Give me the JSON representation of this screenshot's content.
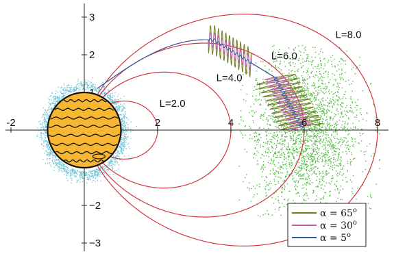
{
  "x_axis": {
    "ticks": [
      {
        "value": -2,
        "label": "-2"
      },
      {
        "value": 2,
        "label": "2"
      },
      {
        "value": 4,
        "label": "4"
      },
      {
        "value": 6,
        "label": "6"
      },
      {
        "value": 8,
        "label": "8"
      }
    ]
  },
  "y_axis": {
    "ticks": [
      {
        "value": 3,
        "label": "3"
      },
      {
        "value": 2,
        "label": "2"
      },
      {
        "value": 1,
        "label": "1"
      },
      {
        "value": -2,
        "label": "−2"
      },
      {
        "value": -3,
        "label": "−3"
      }
    ]
  },
  "field_lines": {
    "color": "#d2353f",
    "shells": [
      {
        "L": 2.0,
        "label": "L=2.0"
      },
      {
        "L": 4.0,
        "label": "L=4.0"
      },
      {
        "L": 6.0,
        "label": "L=6.0"
      },
      {
        "L": 8.0,
        "label": "L=8.0"
      }
    ]
  },
  "planet": {
    "fill": "#f7b733",
    "outline": "#111111",
    "radius": 1
  },
  "particle_clouds": {
    "inner_color": "#6cc3d5",
    "outer_color": "#4cbb3a"
  },
  "legend": {
    "items": [
      {
        "greek": "α",
        "text": " = 65",
        "sup": "o",
        "color": "#6f7c1e"
      },
      {
        "greek": "α",
        "text": " = 30",
        "sup": "o",
        "color": "#c45ab1"
      },
      {
        "greek": "α",
        "text": " = 5",
        "sup": "o",
        "color": "#2c5d9c"
      }
    ]
  }
}
